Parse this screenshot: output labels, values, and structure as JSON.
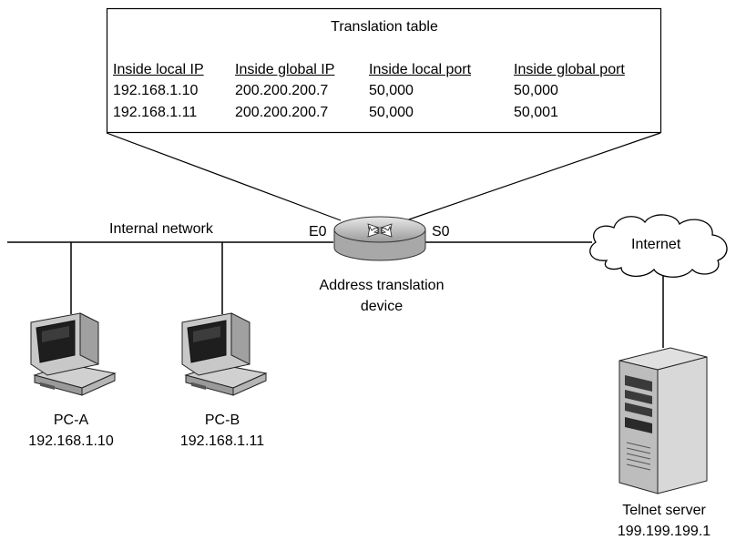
{
  "translation_table": {
    "title": "Translation table",
    "columns": [
      "Inside local IP",
      "Inside global IP",
      "Inside local port",
      "Inside global port"
    ],
    "rows": [
      [
        "192.168.1.10",
        "200.200.200.7",
        "50,000",
        "50,000"
      ],
      [
        "192.168.1.11",
        "200.200.200.7",
        "50,000",
        "50,001"
      ]
    ]
  },
  "network": {
    "internal_label": "Internal network",
    "e0_label": "E0",
    "s0_label": "S0",
    "router_label_line1": "Address translation",
    "router_label_line2": "device",
    "internet_label": "Internet"
  },
  "hosts": {
    "pc_a": {
      "name": "PC-A",
      "ip": "192.168.1.10"
    },
    "pc_b": {
      "name": "PC-B",
      "ip": "192.168.1.11"
    },
    "server": {
      "name": "Telnet server",
      "ip": "199.199.199.1"
    }
  },
  "icons": {
    "router": "router-icon",
    "pc": "desktop-pc-icon",
    "server": "tower-server-icon",
    "cloud": "cloud-icon"
  },
  "colors": {
    "line": "#000000",
    "device_gray": "#c8c8c8",
    "device_dark": "#3a3a3a"
  }
}
